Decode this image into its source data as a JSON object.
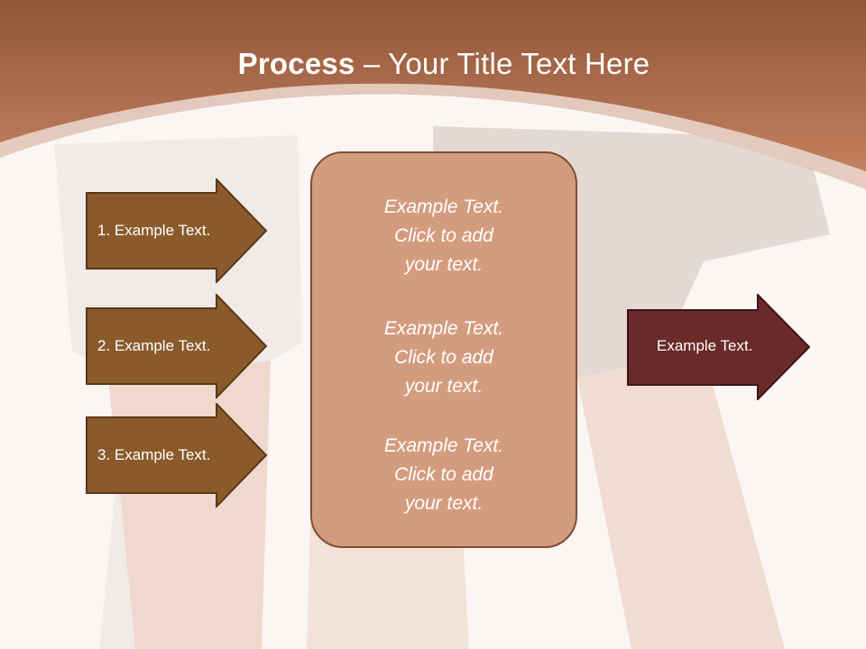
{
  "slide": {
    "title_bold": "Process",
    "title_rest": " – Your Title Text Here",
    "left_arrows": [
      {
        "label": "1. Example Text."
      },
      {
        "label": "2. Example Text."
      },
      {
        "label": "3. Example Text."
      }
    ],
    "center_blocks": [
      {
        "line1": "Example Text.",
        "line2": "Click  to add",
        "line3": "your text."
      },
      {
        "line1": "Example Text.",
        "line2": "Click  to add",
        "line3": "your text."
      },
      {
        "line1": "Example Text.",
        "line2": "Click  to add",
        "line3": "your text."
      }
    ],
    "right_arrow": {
      "label": "Example Text."
    },
    "colors": {
      "header": "#b06a4c",
      "left_arrow_fill": "#8b5a2b",
      "center_fill": "#d49c7f",
      "right_arrow_fill": "#6b2a2a"
    }
  }
}
